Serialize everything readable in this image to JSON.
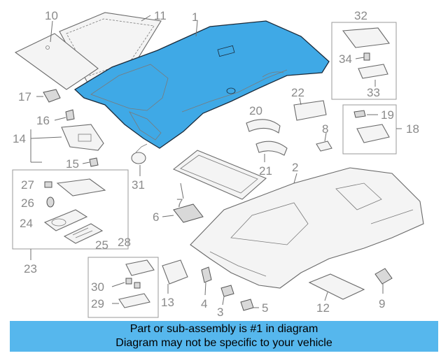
{
  "callouts": {
    "c1": "1",
    "c2": "2",
    "c3": "3",
    "c4": "4",
    "c5": "5",
    "c6": "6",
    "c7": "7",
    "c8": "8",
    "c9": "9",
    "c10": "10",
    "c11": "11",
    "c12": "12",
    "c13": "13",
    "c14": "14",
    "c15": "15",
    "c16": "16",
    "c17": "17",
    "c18": "18",
    "c19": "19",
    "c20": "20",
    "c21": "21",
    "c22": "22",
    "c23": "23",
    "c24": "24",
    "c25": "25",
    "c26": "26",
    "c27": "27",
    "c28": "28",
    "c29": "29",
    "c30": "30",
    "c31": "31",
    "c32": "32",
    "c33": "33",
    "c34": "34"
  },
  "colors": {
    "highlight_part": "#3fa9e6",
    "banner": "#56b7ed"
  },
  "banner": {
    "line1": "Part or sub-assembly is #1 in diagram",
    "line2": "Diagram may not be specific to your vehicle"
  }
}
